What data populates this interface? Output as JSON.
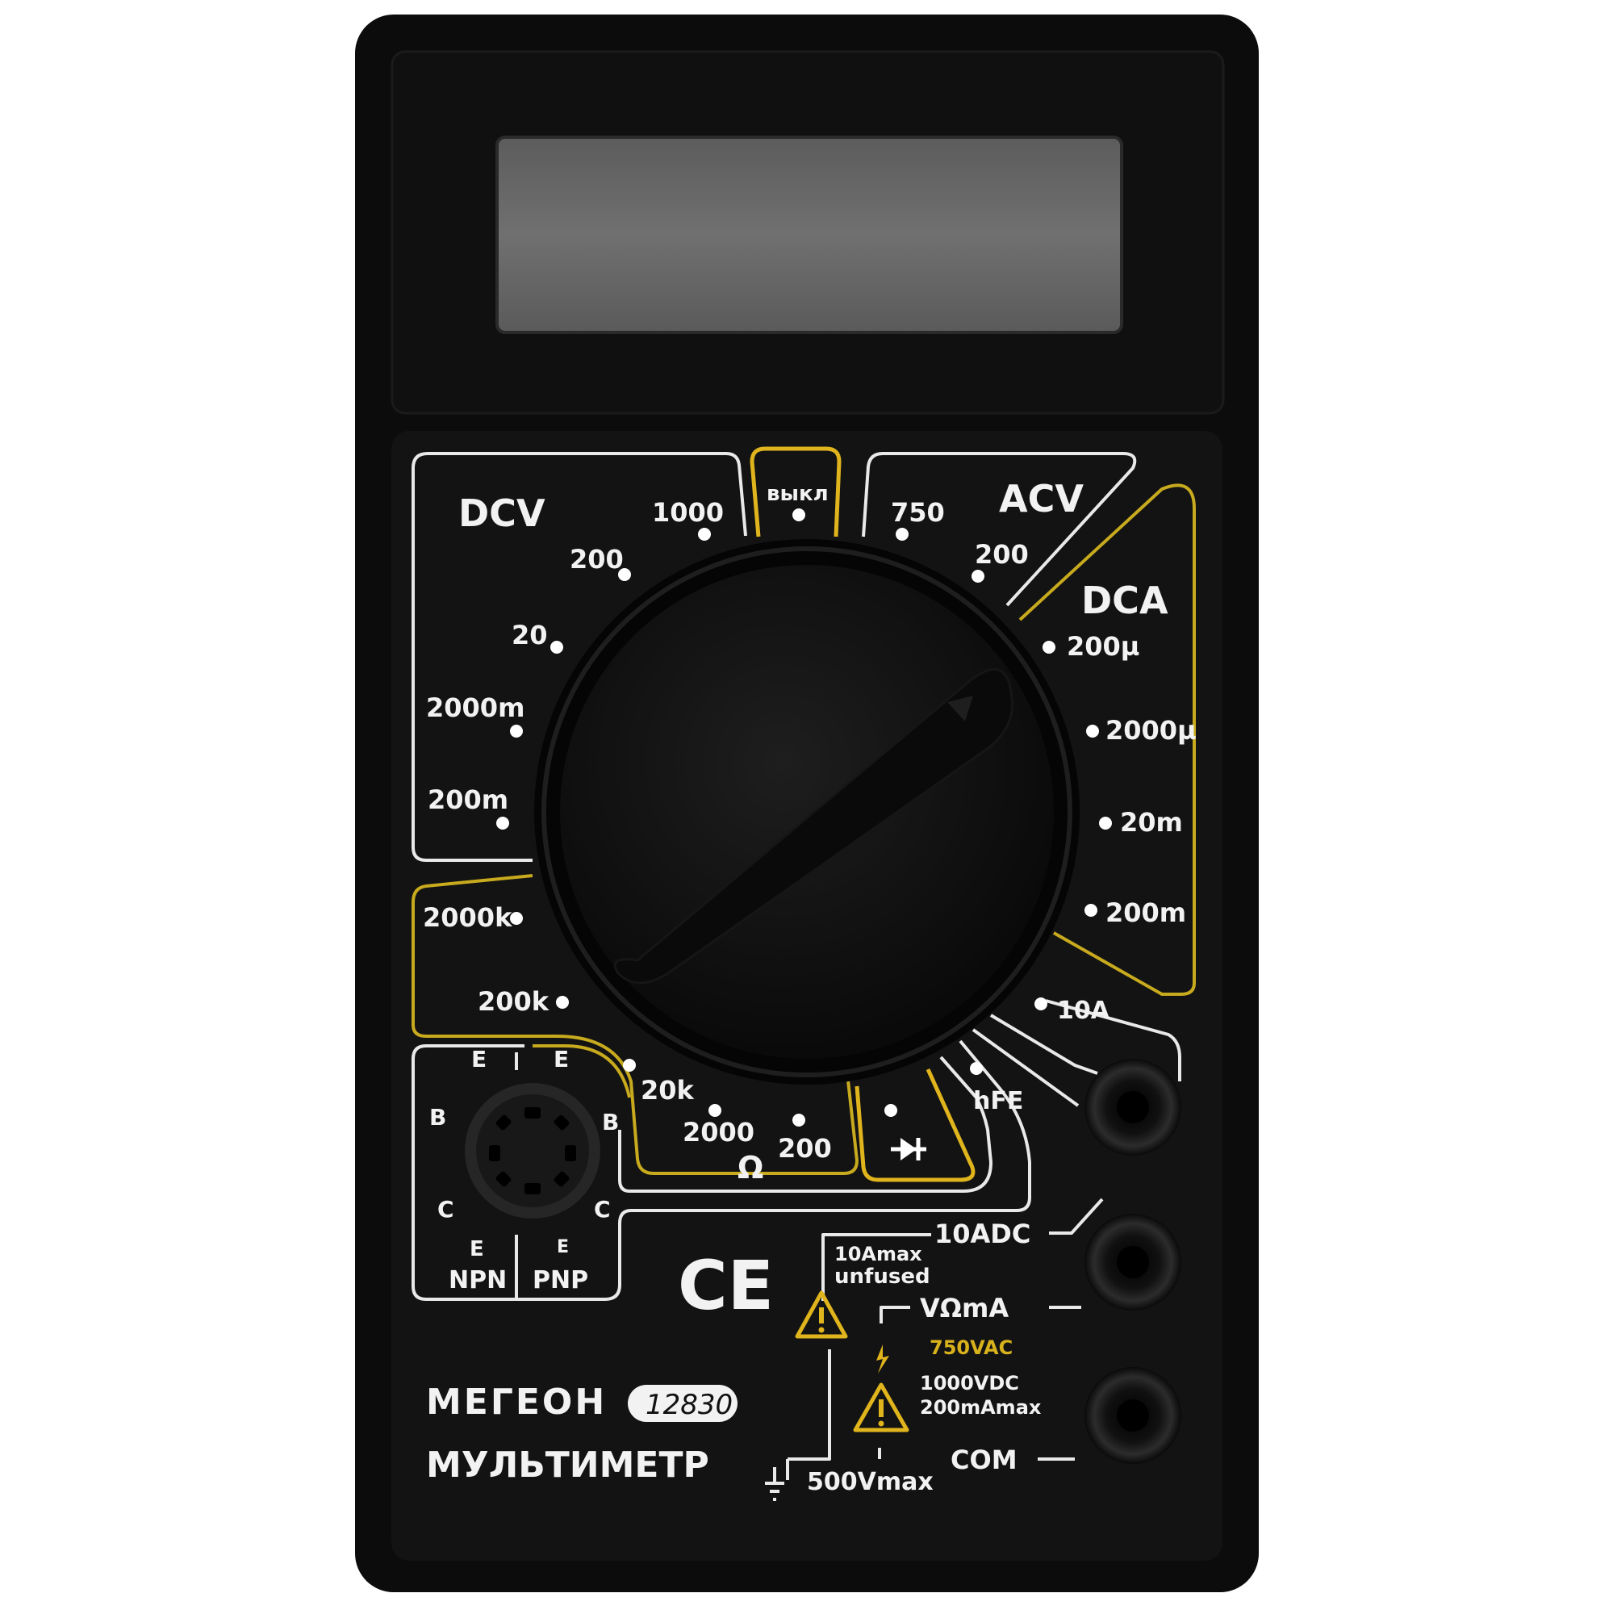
{
  "device": {
    "brand": "МЕГЕОН",
    "model": "12830",
    "title": "МУЛЬТИМЕТР",
    "ce_mark": "CE"
  },
  "sections": {
    "dcv": "DCV",
    "acv": "ACV",
    "dca": "DCA",
    "off": "выкл",
    "ohm": "Ω",
    "hfe": "hFE"
  },
  "dial": {
    "dcv_ranges": [
      "1000",
      "200",
      "20",
      "2000m",
      "200m"
    ],
    "ohm_ranges": [
      "2000k",
      "200k",
      "20k",
      "2000",
      "200"
    ],
    "acv_ranges": [
      "750",
      "200"
    ],
    "dca_ranges": [
      "200µ",
      "2000µ",
      "20m",
      "200m",
      "10A"
    ]
  },
  "transistor_socket": {
    "npn_pins": [
      "E",
      "B",
      "C",
      "E"
    ],
    "pnp_pins": [
      "E",
      "B",
      "C",
      "E"
    ],
    "top_labels": [
      "E",
      "E"
    ],
    "npn": "NPN",
    "pnp": "PNP"
  },
  "jacks": {
    "j10a": "10ADC",
    "j10a_note_1": "10Amax",
    "j10a_note_2": "unfused",
    "jvoma": "VΩmA",
    "voma_warning": "750VAC",
    "voma_limit_1": "1000VDC",
    "voma_limit_2": "200mAmax",
    "jcom": "COM",
    "com_note": "500Vmax"
  },
  "colors": {
    "body": "#0d0d0d",
    "panel": "#141414",
    "lcd": "#6a6a6a",
    "white_line": "#e9e9e9",
    "yellow_line": "#c8aa1e",
    "warning_yellow": "#e0b41c"
  }
}
